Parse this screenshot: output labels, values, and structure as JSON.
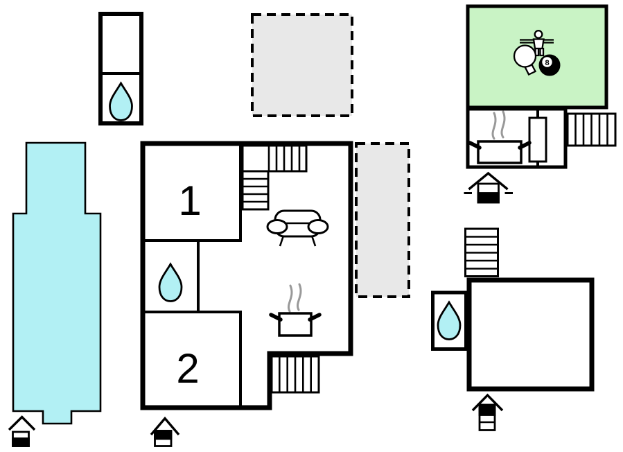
{
  "page": {
    "title": "Holiday home floor plan"
  },
  "colors": {
    "wall": "#000000",
    "pool_fill": "#b2f0f4",
    "water_fill": "#b2f0f4",
    "gameroom_fill": "#c9f3c5",
    "terrace_fill": "#e8e8e8",
    "steam": "#999999",
    "ball": "#000000"
  },
  "plan": {
    "pool": {
      "name": "swimming-pool",
      "entrance_icon": "pool-entrance-icon"
    },
    "pool_house": {
      "name": "pool-house",
      "rooms": [
        {
          "name": "storage-room"
        },
        {
          "name": "bathroom",
          "icon": "water-drop-icon"
        }
      ]
    },
    "terraces": [
      {
        "name": "terrace-top"
      },
      {
        "name": "terrace-right"
      }
    ],
    "main_house": {
      "name": "main-house",
      "rooms": [
        {
          "name": "bedroom-1",
          "label": "1"
        },
        {
          "name": "bedroom-2",
          "label": "2"
        },
        {
          "name": "bathroom",
          "icon": "water-drop-icon"
        },
        {
          "name": "living-room",
          "icons": [
            "sofa-icon",
            "stove-icon",
            "staircase-icon"
          ]
        }
      ],
      "entrance_icon": "house-entrance-icon",
      "exterior_icons": [
        "staircase-icon"
      ]
    },
    "game_house": {
      "name": "game-house",
      "rooms": [
        {
          "name": "game-room",
          "icons": [
            "foosball-player-icon",
            "table-tennis-paddle-icon",
            "billiard-8-ball-icon"
          ],
          "ball_label": "8"
        },
        {
          "name": "kitchen",
          "icons": [
            "stove-icon",
            "door-icon"
          ]
        }
      ],
      "entrance_icon": "house-entrance-icon",
      "exterior_icons": [
        "staircase-icon"
      ]
    },
    "guest_house": {
      "name": "guest-house",
      "rooms": [
        {
          "name": "main-room"
        },
        {
          "name": "bathroom",
          "icon": "water-drop-icon"
        }
      ],
      "entrance_icon": "house-entrance-icon",
      "exterior_icons": [
        "staircase-icon"
      ]
    }
  }
}
